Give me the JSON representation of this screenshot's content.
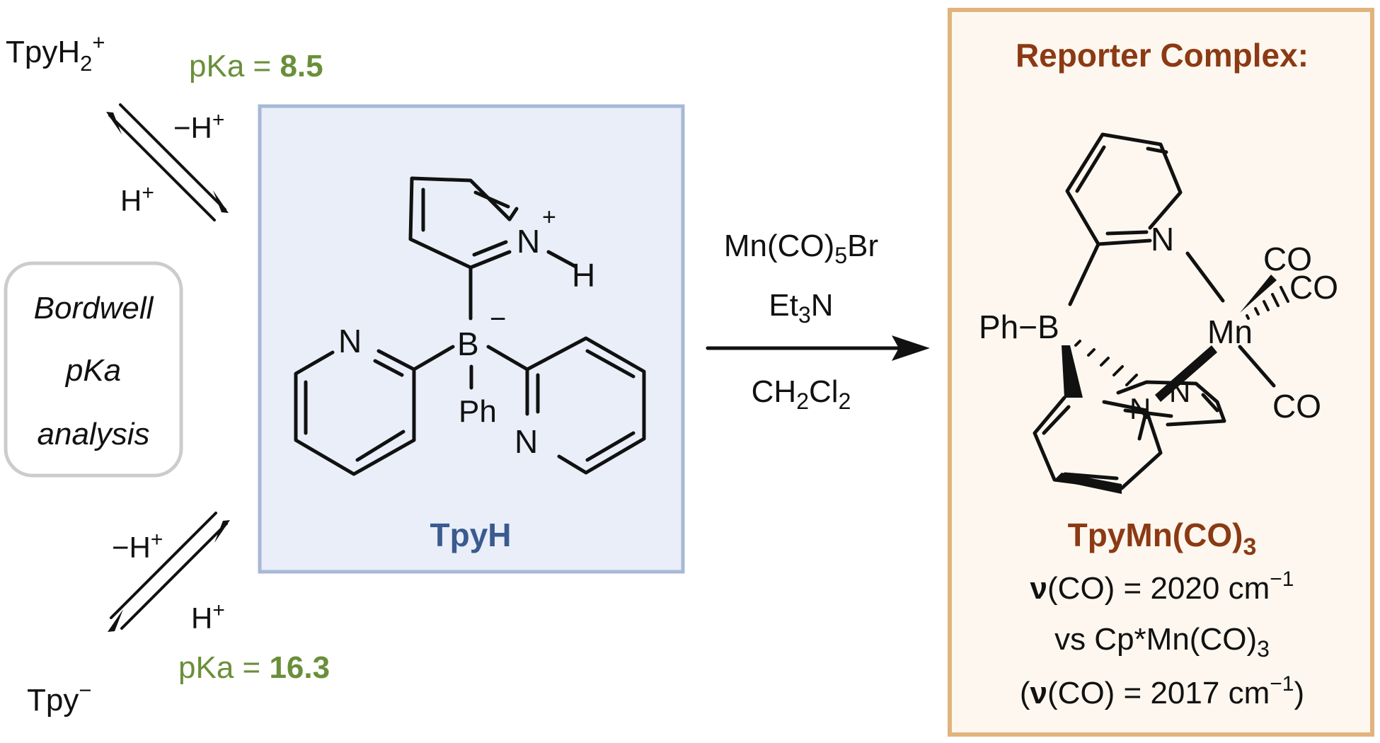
{
  "colors": {
    "pka_green": "#6a8f3a",
    "tpyh_box_fill": "#e9eef8",
    "tpyh_box_stroke": "#a8b8d6",
    "tpyh_label": "#3b5a8f",
    "reporter_box_fill": "#fdf7ef",
    "reporter_box_stroke": "#e0b47c",
    "reporter_brown": "#8b3a14",
    "bordwell_box_stroke": "#cccccc"
  },
  "equilibria": {
    "top_species": {
      "base": "TpyH",
      "sub": "2",
      "sup": "+"
    },
    "top_pka": {
      "prefix": "pKa = ",
      "value": "8.5"
    },
    "top_forward": {
      "base": "−H",
      "sup": "+"
    },
    "top_reverse": {
      "base": "H",
      "sup": "+"
    },
    "bottom_species": {
      "base": "Tpy",
      "sup": "−"
    },
    "bottom_pka": {
      "prefix": "pKa = ",
      "value": "16.3"
    },
    "bottom_forward": {
      "base": "−H",
      "sup": "+"
    },
    "bottom_reverse": {
      "base": "H",
      "sup": "+"
    }
  },
  "bordwell": {
    "line1": "Bordwell",
    "line2": "pKa",
    "line3": "analysis"
  },
  "tpyh": {
    "label": "TpyH",
    "atoms": {
      "n_plus": "N",
      "plus": "+",
      "h": "H",
      "b": "B",
      "minus": "−",
      "n_left": "N",
      "n_right": "N",
      "ph": "Ph"
    }
  },
  "reaction": {
    "reagent1": {
      "a": "Mn(CO)",
      "sub": "5",
      "b": "Br"
    },
    "reagent2": {
      "a": "Et",
      "sub": "3",
      "b": "N"
    },
    "solvent": {
      "a": "CH",
      "sub1": "2",
      "b": "Cl",
      "sub2": "2"
    }
  },
  "reporter": {
    "title": "Reporter Complex:",
    "atoms": {
      "ph_b": "Ph−B",
      "mn": "Mn",
      "n_top": "N",
      "n_mid": "N",
      "n_back": "N",
      "co1": "CO",
      "co2": "CO",
      "co3": "CO"
    },
    "complex_name": {
      "a": "TpyMn(CO)",
      "sub": "3"
    },
    "line1": {
      "nu": "ν",
      "a": "(CO) = 2020 cm",
      "sup": "−1"
    },
    "line2": {
      "a": "vs Cp*Mn(CO)",
      "sub": "3"
    },
    "line3": {
      "open": "(",
      "nu": "ν",
      "a": "(CO) = 2017 cm",
      "sup": "−1",
      "close": ")"
    }
  }
}
